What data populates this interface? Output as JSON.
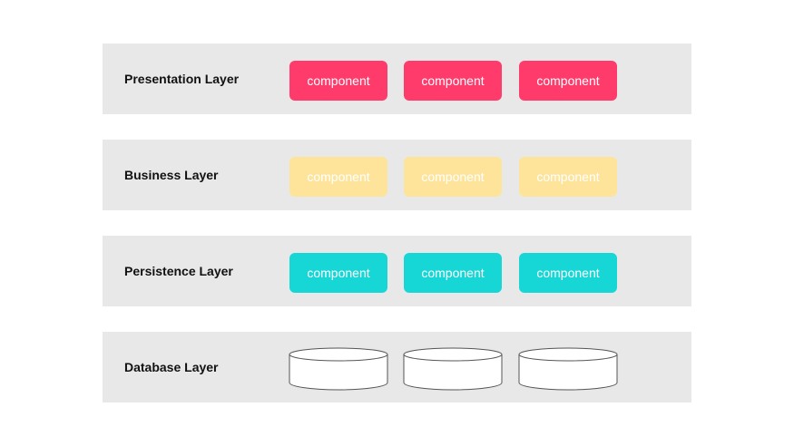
{
  "layers": [
    {
      "label": "Presentation Layer",
      "color": "#ff3b6b",
      "components": [
        "component",
        "component",
        "component"
      ]
    },
    {
      "label": "Business Layer",
      "color": "#fde49a",
      "components": [
        "component",
        "component",
        "component"
      ]
    },
    {
      "label": "Persistence Layer",
      "color": "#17d6d6",
      "components": [
        "component",
        "component",
        "component"
      ]
    },
    {
      "label": "Database Layer",
      "databases": [
        "database-icon",
        "database-icon",
        "database-icon"
      ]
    }
  ]
}
